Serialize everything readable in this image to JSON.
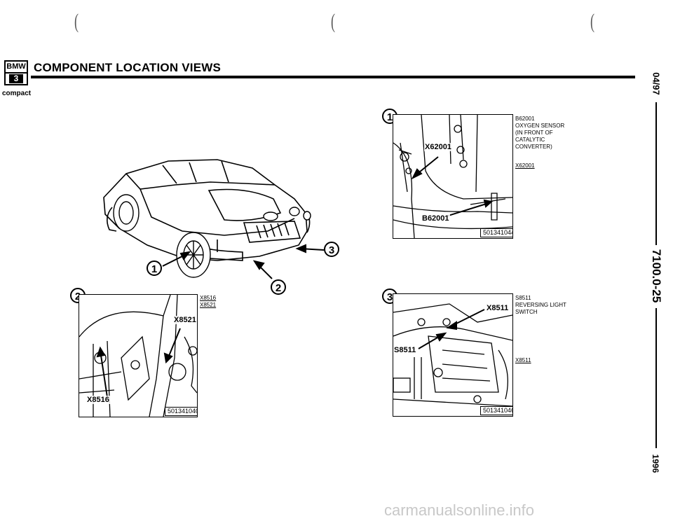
{
  "header": {
    "logo_top": "BMW",
    "logo_num": "3",
    "logo_sub": "compact",
    "title": "COMPONENT LOCATION VIEWS"
  },
  "margin": {
    "date": "04/97",
    "section": "7100.0-25",
    "year": "1996"
  },
  "callouts": {
    "c1": "1",
    "c2": "2",
    "c3": "3"
  },
  "panels": {
    "p1": {
      "number": "1",
      "figure": "501341044",
      "labels": [
        "X62001",
        "B62001"
      ],
      "notes": [
        "B62001",
        "OXYGEN SENSOR",
        "(IN FRONT OF",
        "CATALYTIC",
        "CONVERTER)"
      ],
      "connector": "X62001"
    },
    "p2": {
      "number": "2",
      "figure": "501341040",
      "labels": [
        "X8521",
        "X8516"
      ],
      "notes": [
        "X8516",
        "X8521"
      ]
    },
    "p3": {
      "number": "3",
      "figure": "501341046",
      "labels": [
        "X8511",
        "S8511"
      ],
      "notes": [
        "S8511",
        "REVERSING LIGHT",
        "SWITCH"
      ],
      "connector": "X8511"
    }
  },
  "watermark": "carmanualsonline.info"
}
